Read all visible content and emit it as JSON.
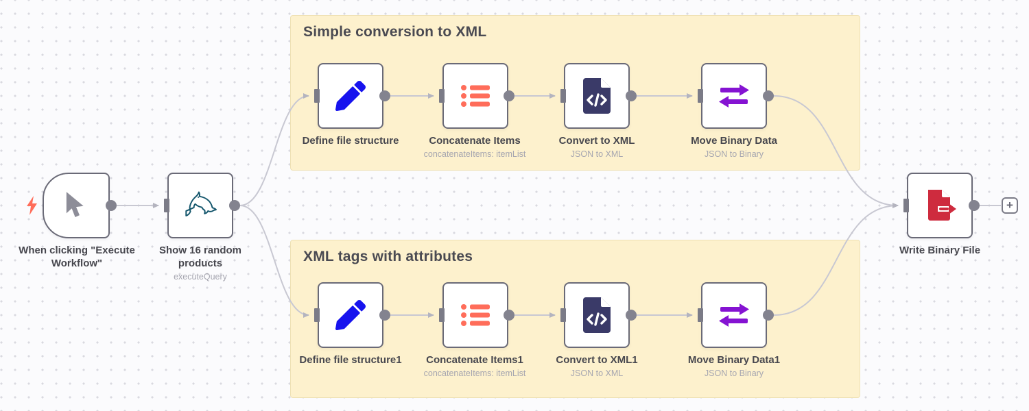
{
  "app": "n8n-workflow-canvas",
  "groups": [
    {
      "title": "Simple conversion to XML"
    },
    {
      "title": "XML tags with attributes"
    }
  ],
  "nodes": [
    {
      "name": "When clicking \"Execute Workflow\"",
      "icon": "cursor-icon"
    },
    {
      "name": "Show 16 random products",
      "subtitle": "executeQuery",
      "icon": "mysql-dolphin-icon"
    },
    {
      "name": "Define file structure",
      "icon": "pencil-icon"
    },
    {
      "name": "Concatenate Items",
      "subtitle": "concatenateItems: itemList",
      "icon": "list-icon"
    },
    {
      "name": "Convert to XML",
      "subtitle": "JSON to XML",
      "icon": "xml-file-icon"
    },
    {
      "name": "Move Binary Data",
      "subtitle": "JSON to Binary",
      "icon": "transfer-arrows-icon"
    },
    {
      "name": "Define file structure1",
      "icon": "pencil-icon"
    },
    {
      "name": "Concatenate Items1",
      "subtitle": "concatenateItems: itemList",
      "icon": "list-icon"
    },
    {
      "name": "Convert to XML1",
      "subtitle": "JSON to XML",
      "icon": "xml-file-icon"
    },
    {
      "name": "Move Binary Data1",
      "subtitle": "JSON to Binary",
      "icon": "transfer-arrows-icon"
    },
    {
      "name": "Write Binary File",
      "icon": "file-export-icon"
    }
  ],
  "plus_button": {
    "glyph": "+"
  },
  "colors": {
    "canvas_bg": "#fbfbfd",
    "grid_dot": "#d9d9e0",
    "group_bg": "#fdf1cd",
    "group_border": "#eee0b3",
    "node_border": "#6a6a77",
    "connector": "#c8c8d2",
    "label": "#47474e",
    "subtitle": "#a6a6b0",
    "trigger_bolt": "#ff6d5a",
    "list_icon": "#ff6d5a",
    "pencil_icon": "#1713ee",
    "xml_file_icon": "#3a3a68",
    "transfer_icon": "#8513d2",
    "write_file_icon": "#ce2b3e",
    "mysql_icon": "#14566c",
    "cursor_icon": "#8d8d98"
  }
}
